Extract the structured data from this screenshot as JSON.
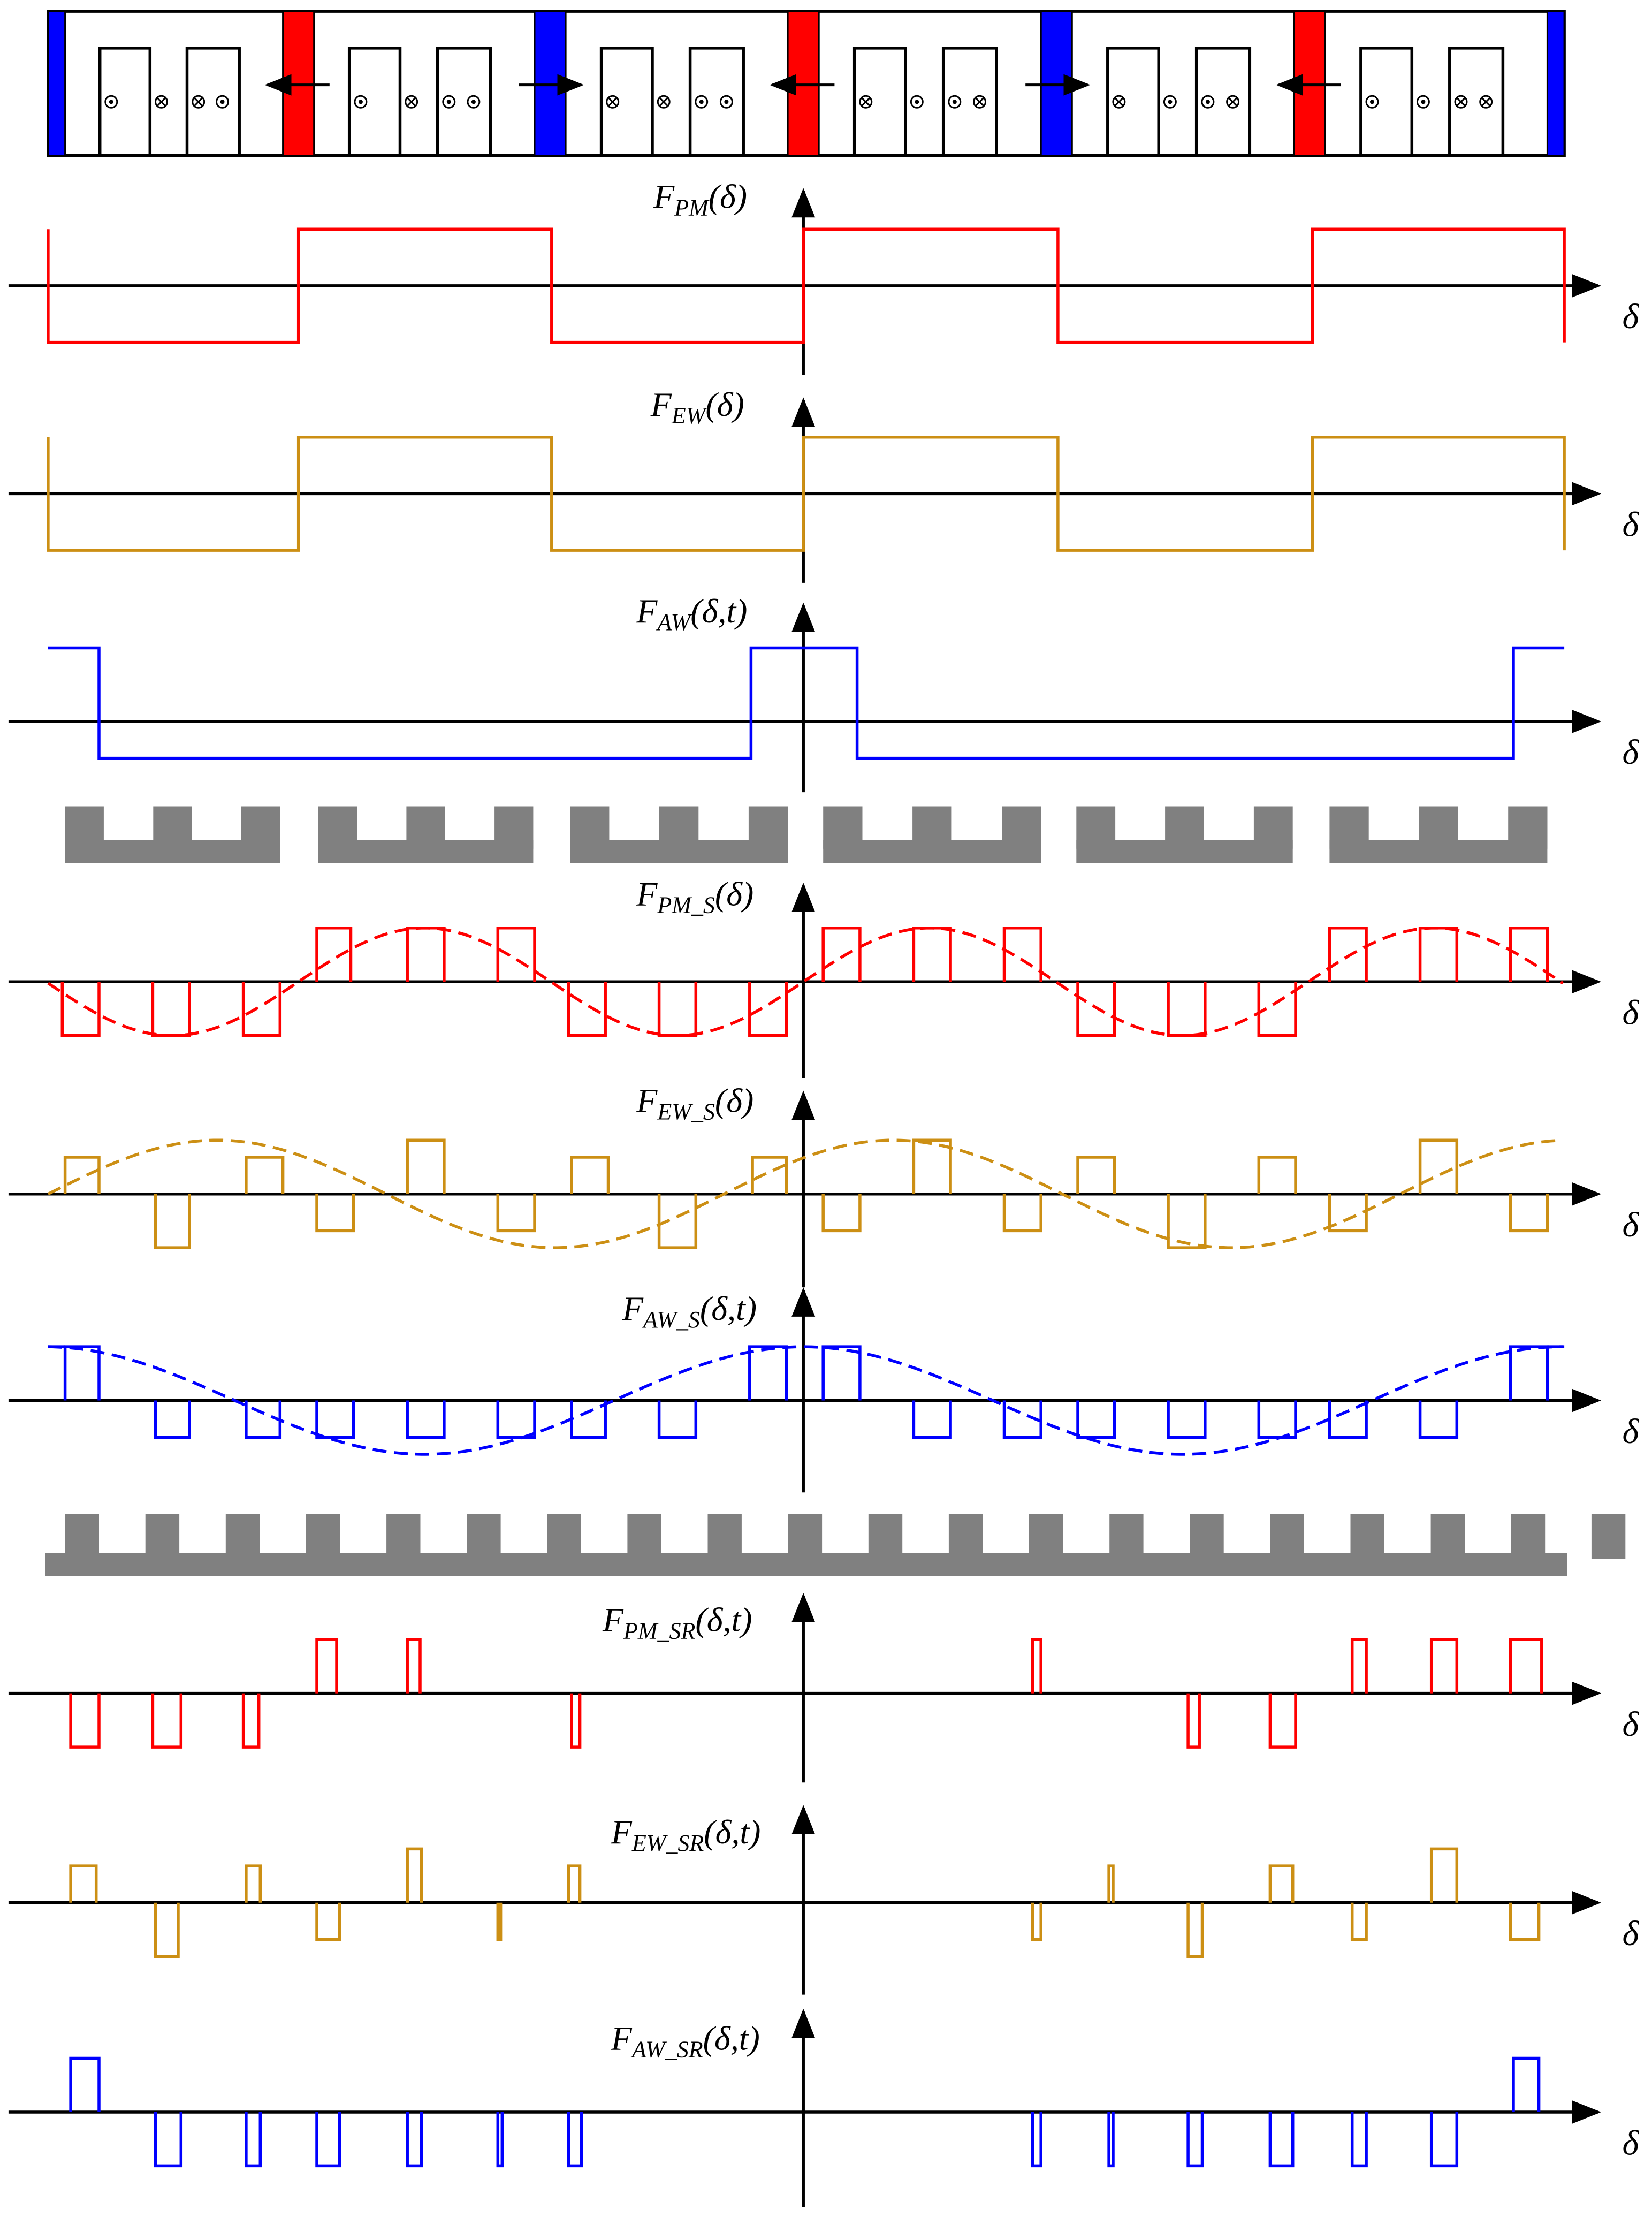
{
  "colors": {
    "pm": "#FF0000",
    "ew": "#CC8F14",
    "aw": "#0000FF",
    "iron": "#808080",
    "axis": "#000000"
  },
  "stator_top": {
    "magnet_colors": [
      "blue",
      "red",
      "blue",
      "red",
      "blue",
      "red",
      "blue"
    ],
    "arrow_directions": [
      "left",
      "right",
      "left",
      "right",
      "left"
    ],
    "coil_symbols": [
      "dot",
      "cross",
      "cross",
      "dot",
      "dot",
      "cross",
      "dot",
      "dot",
      "cross",
      "cross",
      "dot",
      "dot",
      "cross",
      "dot",
      "dot",
      "cross",
      "cross",
      "dot",
      "dot",
      "cross",
      "dot",
      "dot",
      "cross",
      "cross"
    ]
  },
  "axis_symbol": "δ",
  "panels": [
    {
      "id": "pm",
      "label_main": "F",
      "label_sub": "PM",
      "label_args": "(δ)"
    },
    {
      "id": "ew",
      "label_main": "F",
      "label_sub": "EW",
      "label_args": "(δ)"
    },
    {
      "id": "aw",
      "label_main": "F",
      "label_sub": "AW",
      "label_args": "(δ,t)"
    },
    {
      "id": "pm_s",
      "label_main": "F",
      "label_sub": "PM_S",
      "label_args": "(δ)"
    },
    {
      "id": "ew_s",
      "label_main": "F",
      "label_sub": "EW_S",
      "label_args": "(δ)"
    },
    {
      "id": "aw_s",
      "label_main": "F",
      "label_sub": "AW_S",
      "label_args": "(δ,t)"
    },
    {
      "id": "pm_sr",
      "label_main": "F",
      "label_sub": "PM_SR",
      "label_args": "(δ,t)"
    },
    {
      "id": "ew_sr",
      "label_main": "F",
      "label_sub": "EW_SR",
      "label_args": "(δ,t)"
    },
    {
      "id": "aw_sr",
      "label_main": "F",
      "label_sub": "AW_SR",
      "label_args": "(δ,t)"
    }
  ]
}
